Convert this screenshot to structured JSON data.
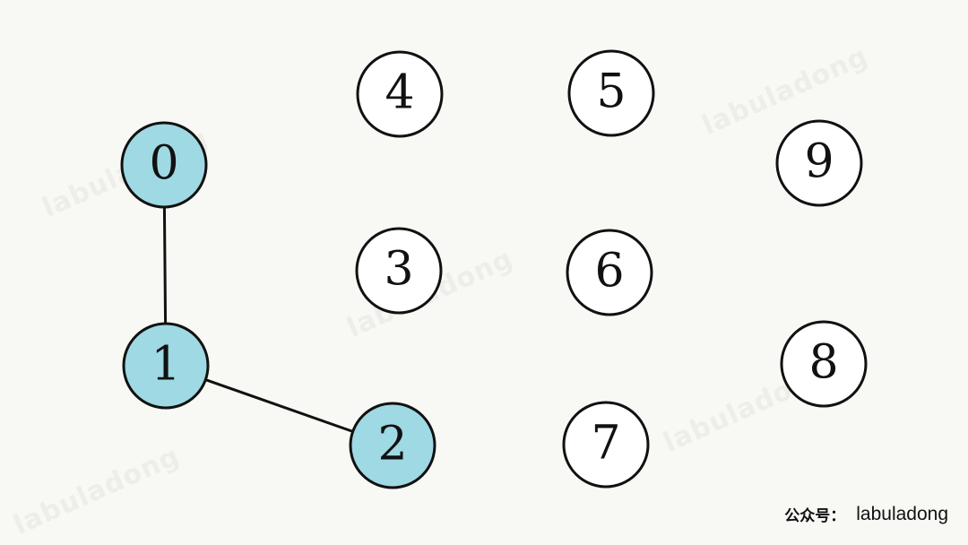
{
  "colors": {
    "highlight": "#9fd9e3",
    "node_fill": "#ffffff",
    "stroke": "#111111"
  },
  "nodes": [
    {
      "id": "0",
      "highlighted": true
    },
    {
      "id": "1",
      "highlighted": true
    },
    {
      "id": "2",
      "highlighted": true
    },
    {
      "id": "3",
      "highlighted": false
    },
    {
      "id": "4",
      "highlighted": false
    },
    {
      "id": "5",
      "highlighted": false
    },
    {
      "id": "6",
      "highlighted": false
    },
    {
      "id": "7",
      "highlighted": false
    },
    {
      "id": "8",
      "highlighted": false
    },
    {
      "id": "9",
      "highlighted": false
    }
  ],
  "edges": [
    {
      "from": "0",
      "to": "1"
    },
    {
      "from": "1",
      "to": "2"
    }
  ],
  "watermark": "labuladong",
  "footer": {
    "prefix": "公众号：",
    "handle": "labuladong"
  }
}
